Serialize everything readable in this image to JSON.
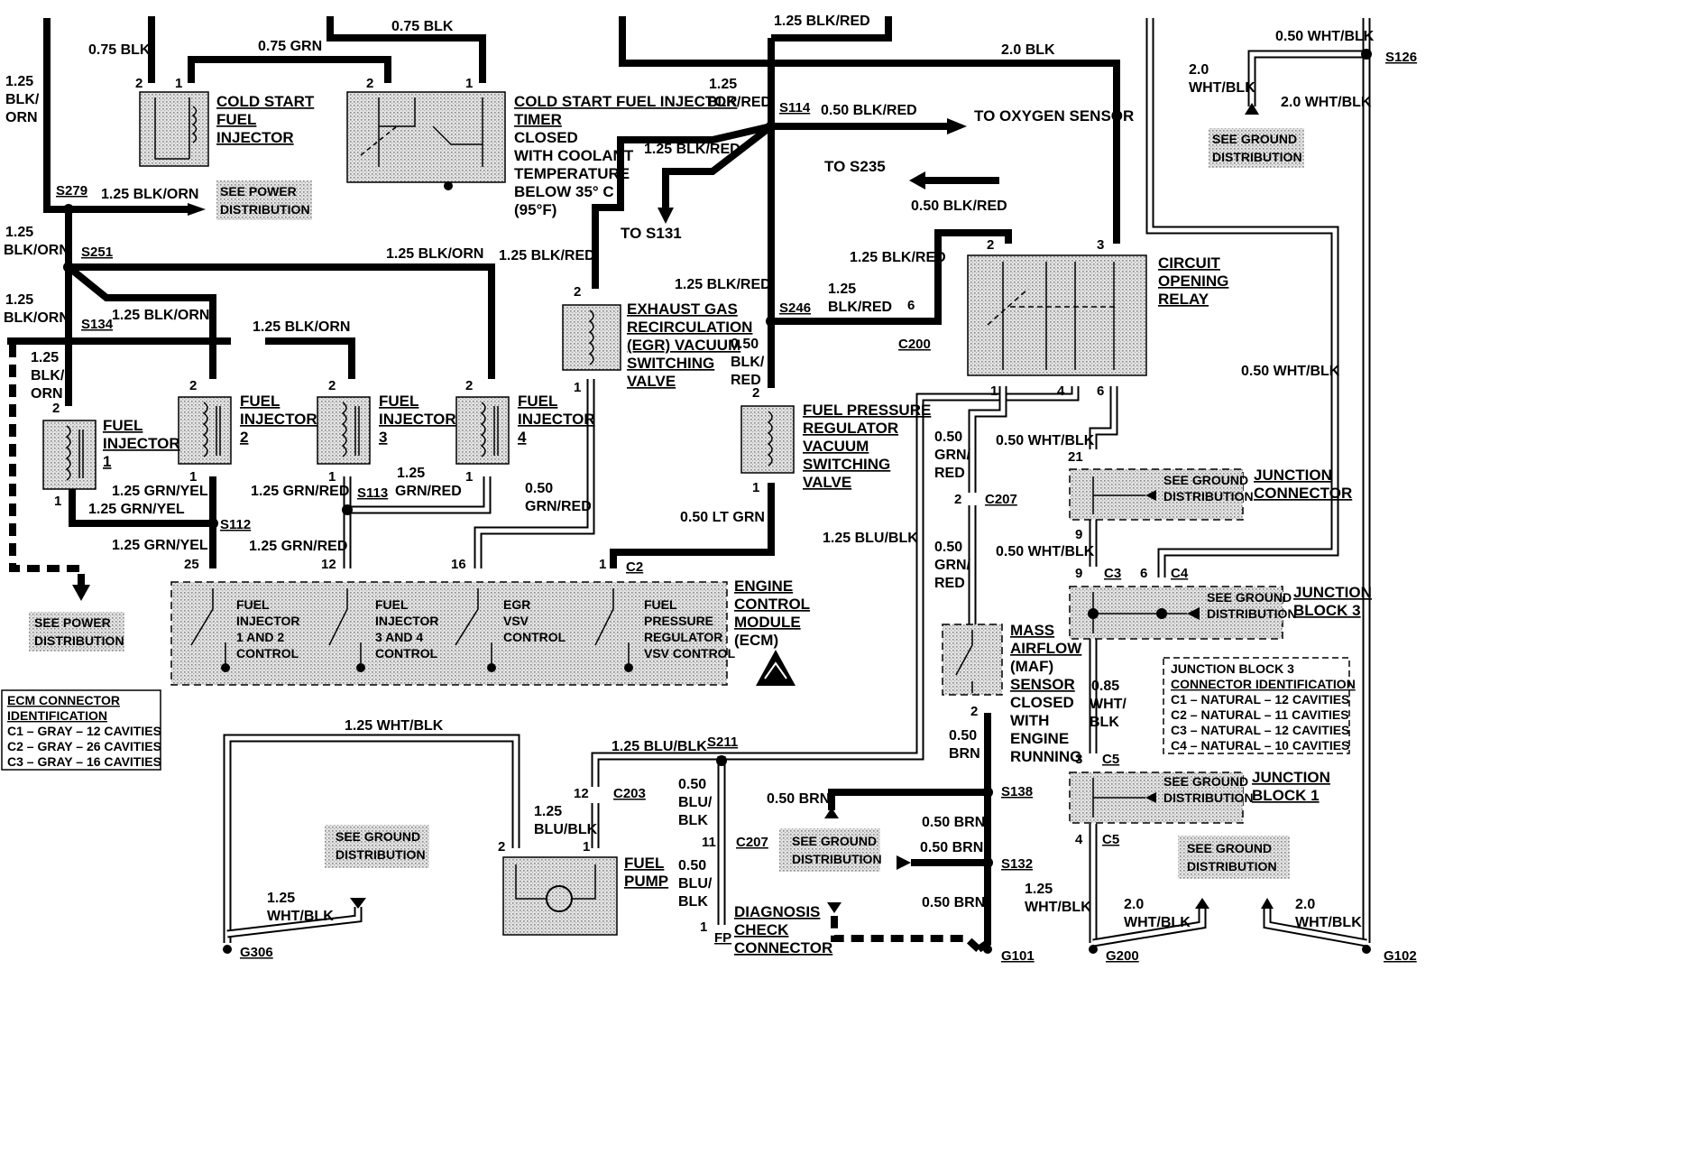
{
  "wire_labels": {
    "w_075blk": "0.75 BLK",
    "w_075grn": "0.75 GRN",
    "w_075blk_b": "0.75 BLK",
    "w_125blkred_top": "1.25 BLK/RED",
    "w_20blk": "2.0 BLK",
    "w_050whtblk_top": "0.50 WHT/BLK",
    "w_20whtblk_l1": "2.0",
    "w_20whtblk_l2": "WHT/BLK",
    "w_20whtblk_r": "2.0 WHT/BLK",
    "w_125blkorn_a1": "1.25",
    "w_125blkorn_a2": "BLK/",
    "w_125blkorn_a3": "ORN",
    "w_125blkred_l1": "1.25",
    "w_125blkred_l2": "BLK/RED",
    "w_050blkred_s114": "0.50 BLK/RED",
    "w_125blkred_s131": "1.25 BLK/RED",
    "w_125blkorn_s279": "1.25 BLK/ORN",
    "w_125blkorn_b1": "1.25",
    "w_125blkorn_b2": "BLK/ORN",
    "w_125blkorn_s251": "1.25 BLK/ORN",
    "w_125blkred_egr": "1.25 BLK/RED",
    "w_050blkred_s235": "0.50 BLK/RED",
    "w_125blkred_c200": "1.25 BLK/RED",
    "w_125blkred_mid": "1.25 BLK/RED",
    "w_125blkred_s246_1": "1.25",
    "w_125blkred_s246_2": "BLK/RED",
    "w_125blkorn_c1": "1.25",
    "w_125blkorn_c2": "BLK/ORN",
    "w_125blkorn_s134": "1.25 BLK/ORN",
    "w_125blkorn_inj3": "1.25 BLK/ORN",
    "w_125blkorn_d1": "1.25",
    "w_125blkorn_d2": "BLK/",
    "w_125blkorn_d3": "ORN",
    "w_050blkred_fpr1": "0.50",
    "w_050blkred_fpr2": "BLK/",
    "w_050blkred_fpr3": "RED",
    "w_050whtblk_right": "0.50 WHT/BLK",
    "w_050grnred_maf1": "0.50",
    "w_050grnred_maf2": "GRN/",
    "w_050grnred_maf3": "RED",
    "w_050whtblk_21": "0.50 WHT/BLK",
    "w_125grnyel_a": "1.25 GRN/YEL",
    "w_125grnyel_b": "1.25 GRN/YEL",
    "w_125grnred_a": "1.25 GRN/RED",
    "w_125grnred_b1": "1.25",
    "w_125grnred_b2": "GRN/RED",
    "w_050grnred_egr1": "0.50",
    "w_050grnred_egr2": "GRN/RED",
    "w_050ltgrn": "0.50 LT GRN",
    "w_125blublk_c207": "1.25 BLU/BLK",
    "w_050whtblk_9": "0.50 WHT/BLK",
    "w_125grnyel_c": "1.25 GRN/YEL",
    "w_125grnred_c": "1.25 GRN/RED",
    "w_050grnred_maf_b1": "0.50",
    "w_050grnred_maf_b2": "GRN/",
    "w_050grnred_maf_b3": "RED",
    "w_085whtblk1": "0.85",
    "w_085whtblk2": "WHT/",
    "w_085whtblk3": "BLK",
    "w_125whtblk_fp": "1.25 WHT/BLK",
    "w_125blublk_s211": "1.25 BLU/BLK",
    "w_050brn_maf1": "0.50",
    "w_050brn_maf2": "BRN",
    "w_050brn_s138": "0.50 BRN",
    "w_125blublk_c203_1": "1.25",
    "w_125blublk_c203_2": "BLU/BLK",
    "w_050blublk_a1": "0.50",
    "w_050blublk_a2": "BLU/",
    "w_050blublk_a3": "BLK",
    "w_050blublk_b1": "0.50",
    "w_050blublk_b2": "BLU/",
    "w_050blublk_b3": "BLK",
    "w_050brn_b": "0.50 BRN",
    "w_050brn_c": "0.50 BRN",
    "w_050brn_d": "0.50 BRN",
    "w_125whtblk_g306_1": "1.25",
    "w_125whtblk_g306_2": "WHT/BLK",
    "w_125whtblk_c5_1": "1.25",
    "w_125whtblk_c5_2": "WHT/BLK",
    "w_20whtblk_g200_1": "2.0",
    "w_20whtblk_g200_2": "WHT/BLK",
    "w_20whtblk_g102_1": "2.0",
    "w_20whtblk_g102_2": "WHT/BLK"
  },
  "splices": {
    "s279": "S279",
    "s251": "S251",
    "s134": "S134",
    "s112": "S112",
    "s113": "S113",
    "s114": "S114",
    "s246": "S246",
    "s126": "S126",
    "s211": "S211",
    "s138": "S138",
    "s132": "S132"
  },
  "connectors": {
    "c200": "C200",
    "c207a": "C207",
    "c2": "C2",
    "c3": "C3",
    "c4": "C4",
    "c5a": "C5",
    "c5b": "C5",
    "c203": "C203",
    "c207b": "C207",
    "fp": "FP"
  },
  "grounds": {
    "g306": "G306",
    "g101": "G101",
    "g200": "G200",
    "g102": "G102"
  },
  "pins": {
    "p_csi_2": "2",
    "p_csi_1": "1",
    "p_tim_2": "2",
    "p_tim_1": "1",
    "p_egr_2": "2",
    "p_egr_1": "1",
    "p_inj1_2": "2",
    "p_inj1_1": "1",
    "p_inj2_2": "2",
    "p_inj2_1": "1",
    "p_inj3_2": "2",
    "p_inj3_1": "1",
    "p_inj4_2": "2",
    "p_inj4_1": "1",
    "p_fpr_2": "2",
    "p_fpr_1": "1",
    "p_ecm_25": "25",
    "p_ecm_12": "12",
    "p_ecm_16": "16",
    "p_ecm_1": "1",
    "p_cor_2": "2",
    "p_cor_3": "3",
    "p_cor_1": "1",
    "p_cor_4": "4",
    "p_cor_6": "6",
    "p_c200_6": "6",
    "p_jc_21": "21",
    "p_jc_9": "9",
    "p_c3_9": "9",
    "p_c4_6": "6",
    "p_c207_2": "2",
    "p_maf_2": "2",
    "p_c5_3": "3",
    "p_c5_4": "4",
    "p_c203_12": "12",
    "p_c207_11": "11",
    "p_fp_1": "1",
    "p_pump_2": "2",
    "p_pump_1": "1",
    "p_dc_1": "1"
  },
  "components": {
    "cold_start_injector": [
      "COLD START",
      "FUEL",
      "INJECTOR"
    ],
    "timer_title": "COLD START FUEL INJECTOR",
    "timer_lines": [
      "TIMER",
      "CLOSED",
      "WITH COOLANT",
      "TEMPERATURE",
      "BELOW 35° C",
      "(95°F)"
    ],
    "egr_valve": [
      "EXHAUST GAS",
      "RECIRCULATION",
      "(EGR) VACUUM",
      "SWITCHING",
      "VALVE"
    ],
    "injector1": [
      "FUEL",
      "INJECTOR",
      "1"
    ],
    "injector2": [
      "FUEL",
      "INJECTOR",
      "2"
    ],
    "injector3": [
      "FUEL",
      "INJECTOR",
      "3"
    ],
    "injector4": [
      "FUEL",
      "INJECTOR",
      "4"
    ],
    "fpr_valve": [
      "FUEL PRESSURE",
      "REGULATOR",
      "VACUUM",
      "SWITCHING",
      "VALVE"
    ],
    "relay": [
      "CIRCUIT",
      "OPENING",
      "RELAY"
    ],
    "junction_connector": [
      "JUNCTION",
      "CONNECTOR"
    ],
    "junction_block3": [
      "JUNCTION",
      "BLOCK 3"
    ],
    "junction_block1": [
      "JUNCTION",
      "BLOCK 1"
    ],
    "ecm": [
      "ENGINE",
      "CONTROL",
      "MODULE",
      "(ECM)"
    ],
    "maf": [
      "MASS",
      "AIRFLOW",
      "(MAF)",
      "SENSOR",
      "CLOSED",
      "WITH",
      "ENGINE",
      "RUNNING"
    ],
    "fuel_pump": [
      "FUEL",
      "PUMP"
    ],
    "diag": [
      "DIAGNOSIS",
      "CHECK",
      "CONNECTOR"
    ]
  },
  "ecm_internal": {
    "inj12": [
      "FUEL",
      "INJECTOR",
      "1 AND 2",
      "CONTROL"
    ],
    "inj34": [
      "FUEL",
      "INJECTOR",
      "3 AND 4",
      "CONTROL"
    ],
    "egrvsv": [
      "EGR",
      "VSV",
      "CONTROL"
    ],
    "fprvsv": [
      "FUEL",
      "PRESSURE",
      "REGULATOR",
      "VSV CONTROL"
    ]
  },
  "references": {
    "to_oxygen": "TO OXYGEN SENSOR",
    "to_s235": "TO S235",
    "to_s131": "TO S131",
    "power_dist_a": [
      "SEE POWER",
      "DISTRIBUTION"
    ],
    "power_dist_b": [
      "SEE POWER",
      "DISTRIBUTION"
    ],
    "gd_top": [
      "SEE GROUND",
      "DISTRIBUTION"
    ],
    "gd_jc": [
      "SEE GROUND",
      "DISTRIBUTION"
    ],
    "gd_jb3": [
      "SEE GROUND",
      "DISTRIBUTION"
    ],
    "gd_jb1": [
      "SEE GROUND",
      "DISTRIBUTION"
    ],
    "gd_right": [
      "SEE GROUND",
      "DISTRIBUTION"
    ],
    "gd_s138": [
      "SEE GROUND",
      "DISTRIBUTION"
    ],
    "gd_left": [
      "SEE GROUND",
      "DISTRIBUTION"
    ]
  },
  "legends": {
    "ecm_conn": [
      "ECM CONNECTOR",
      "IDENTIFICATION",
      "C1 – GRAY – 12 CAVITIES",
      "C2 – GRAY – 26 CAVITIES",
      "C3 – GRAY – 16 CAVITIES"
    ],
    "jb3_conn": [
      "JUNCTION BLOCK 3",
      "CONNECTOR IDENTIFICATION",
      "C1 – NATURAL – 12 CAVITIES",
      "C2 – NATURAL – 11 CAVITIES",
      "C3 – NATURAL – 12 CAVITIES",
      "C4 – NATURAL – 10 CAVITIES"
    ]
  }
}
